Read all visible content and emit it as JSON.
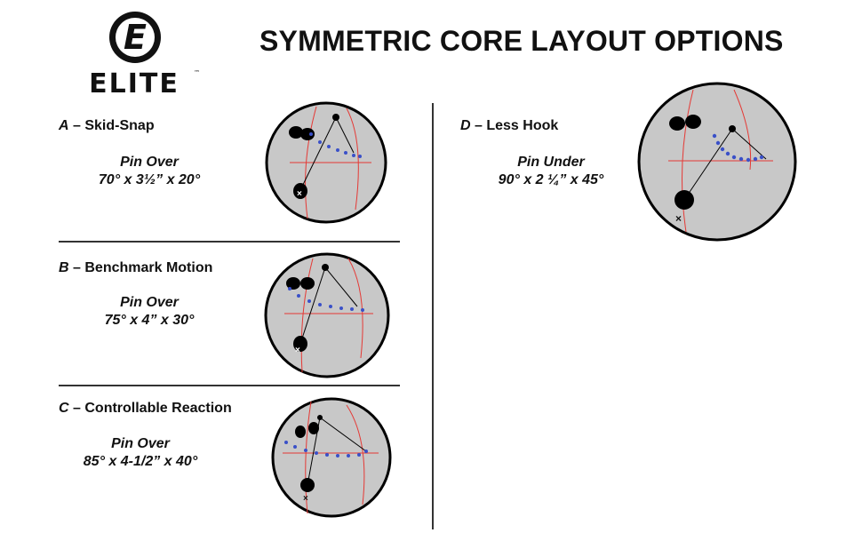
{
  "header": {
    "brand": "ELITE",
    "brand_mark": "E",
    "trademark": "™",
    "title": "SYMMETRIC CORE LAYOUT OPTIONS"
  },
  "options": [
    {
      "letter": "A",
      "separator": " – ",
      "name": "Skid-Snap",
      "pin": "Pin Over",
      "layout": "70° x 3½” x 20°"
    },
    {
      "letter": "B",
      "separator": " – ",
      "name": "Benchmark Motion",
      "pin": "Pin Over",
      "layout": "75° x 4” x 30°"
    },
    {
      "letter": "C",
      "separator": " – ",
      "name": "Controllable Reaction",
      "pin": "Pin Over",
      "layout": "85° x 4-1/2” x 40°"
    },
    {
      "letter": "D",
      "separator": " – ",
      "name": "Less Hook",
      "pin": "Pin Under",
      "layout": "90° x 2 ¼” x 45°"
    }
  ],
  "colors": {
    "ball_fill": "#c8c8c8",
    "ball_outline": "#000000",
    "red_line": "#e53935",
    "blue_dots": "#3a50c8",
    "ink": "#111111"
  }
}
